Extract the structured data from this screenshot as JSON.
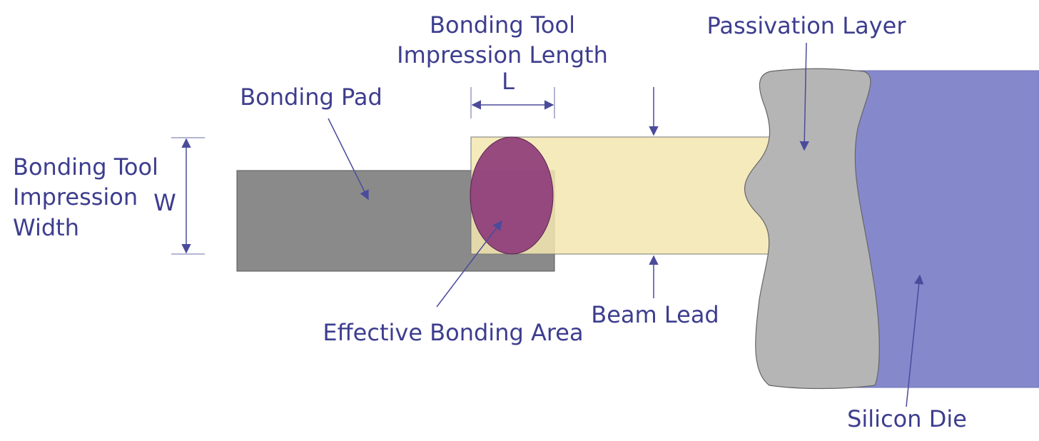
{
  "labels": {
    "tool_length": [
      "Bonding Tool",
      "Impression Length",
      "L"
    ],
    "passivation": "Passivation Layer",
    "bonding_pad": "Bonding Pad",
    "tool_width": [
      "Bonding Tool",
      "Impression",
      "Width"
    ],
    "width_symbol": "W",
    "beam_lead": "Beam Lead",
    "effective_area": "Effective Bonding Area",
    "silicon_die": "Silicon Die"
  },
  "colors": {
    "bonding_pad": "#8a8a8a",
    "beam_lead": "#f3e6b0",
    "effective_area": "#8e3c78",
    "passivation": "#b5b5b5",
    "silicon_die": "#8589cb",
    "label_text": "#3d3d8f",
    "arrow": "#4b4b9c"
  }
}
